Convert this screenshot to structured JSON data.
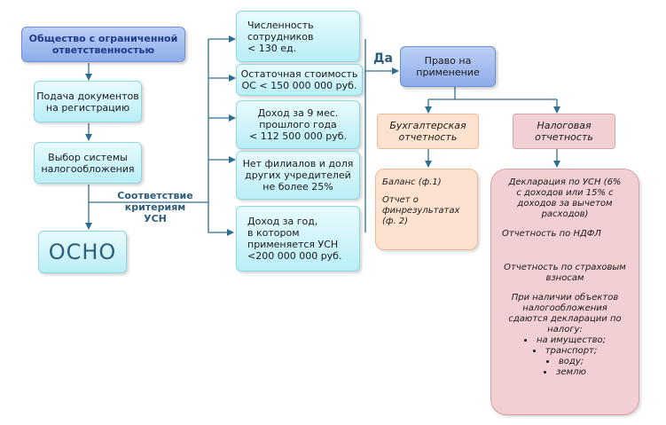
{
  "boxes": {
    "llc": "Общество с ограниченной ответственностью",
    "submit_docs": "Подача документов\nна регистрацию",
    "choose_system": "Выбор системы\nналогообложения",
    "osno": "ОСНО",
    "right_to_apply": "Право на\nприменение",
    "accounting": "Бухгалтерская\nотчетность",
    "tax": "Налоговая\nотчетность"
  },
  "criteria": [
    "Численность\nсотрудников\n< 130 ед.",
    "Остаточная стоимость\nОС < 150 000 000 руб.",
    "Доход за 9 мес.\nпрошлого года\n< 112 500 000 руб.",
    "Нет филиалов и доля\nдругих учредителей\nне более 25%",
    "Доход за год,\nв котором\nприменяется УСН\n<200 000 000 руб."
  ],
  "labels": {
    "criteria_match": "Соответствие\nкритериям\nУСН",
    "yes": "Да"
  },
  "accounting_panel": {
    "balance": "Баланс (ф.1)",
    "financial_results": "Отчет о\nфинрезультатах\n(ф. 2)"
  },
  "tax_panel": {
    "usn_declaration": "Декларация по УСН (6%\nс доходов или 15% с\nдоходов за вычетом\nрасходов)",
    "ndfl": "Отчетность по НДФЛ",
    "insurance": "Отчетность по страховым\nвзносам",
    "objects_intro": "При наличии объектов\nналогообложения\nсдаются декларации по\nналогу:",
    "objects": [
      "на имущество;",
      "транспорт;",
      "воду;",
      "землю"
    ]
  }
}
